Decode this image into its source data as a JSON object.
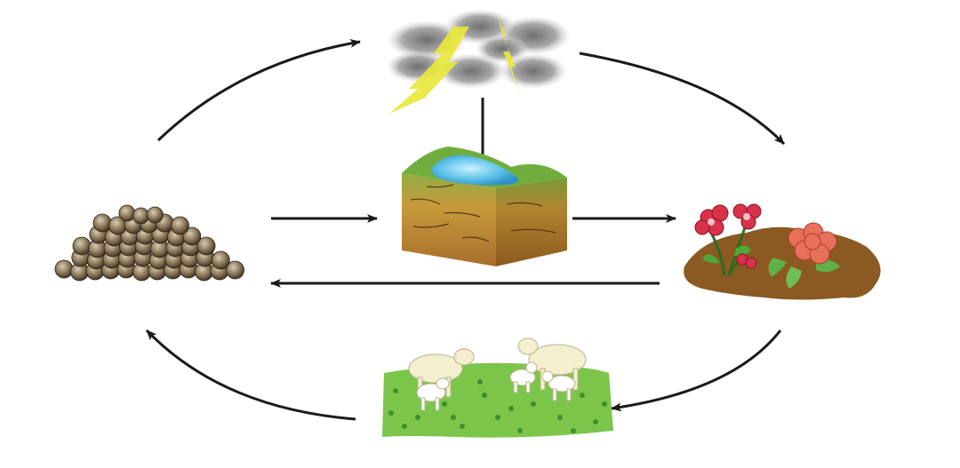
{
  "diagram": {
    "type": "cycle",
    "nodes": [
      {
        "id": "storm-clouds",
        "icon": "storm-cloud-lightning-icon"
      },
      {
        "id": "soil-block",
        "icon": "soil-block-with-water-icon"
      },
      {
        "id": "flowering-plants",
        "icon": "flowers-on-soil-icon"
      },
      {
        "id": "grazing-sheep",
        "icon": "sheep-on-grass-icon"
      },
      {
        "id": "organic-pile",
        "icon": "pile-of-rounded-pellets-icon"
      }
    ],
    "edges": [
      {
        "from": "organic-pile",
        "to": "storm-clouds"
      },
      {
        "from": "storm-clouds",
        "to": "flowering-plants"
      },
      {
        "from": "storm-clouds",
        "to": "soil-block"
      },
      {
        "from": "organic-pile",
        "to": "soil-block"
      },
      {
        "from": "soil-block",
        "to": "flowering-plants"
      },
      {
        "from": "flowering-plants",
        "to": "organic-pile"
      },
      {
        "from": "flowering-plants",
        "to": "grazing-sheep"
      },
      {
        "from": "grazing-sheep",
        "to": "organic-pile"
      }
    ],
    "colors": {
      "arrow": "#1a1a1a",
      "cloud": "#9a9a9a",
      "lightning": "#e8e83a",
      "water": "#5bc0e8",
      "soil_top": "#6fae3c",
      "soil_body": "#c08a3a",
      "ground_patch": "#8a5a22",
      "flower_red": "#d8324a",
      "flower_salmon": "#e8705a",
      "grass": "#7bc64a",
      "sheep": "#f3efcf",
      "pile": "#5a4a35"
    }
  }
}
